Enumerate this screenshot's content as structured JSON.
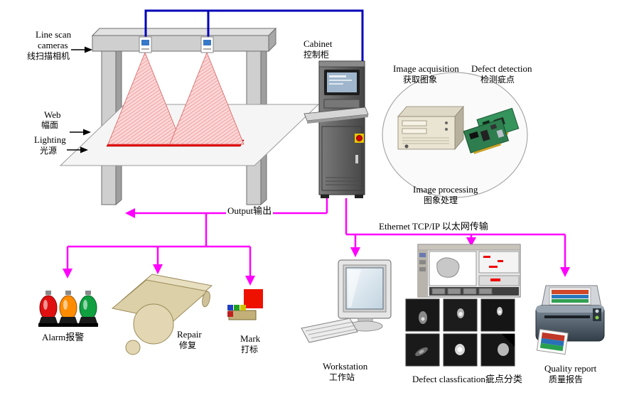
{
  "colors": {
    "connection_blue": "#0000b8",
    "flow_magenta": "#ff00ff",
    "beam_pink": "#f4a0a0",
    "lighting_red": "#e60000",
    "structure_gray": "#cfcfcf"
  },
  "labels": {
    "line_scan_line1": "Line scan",
    "line_scan_line2": "cameras",
    "line_scan_zh": "线扫描相机",
    "web_en": "Web",
    "web_zh": "幅面",
    "lighting_en": "Lighting",
    "lighting_zh": "光源",
    "cabinet_en": "Cabinet",
    "cabinet_zh": "控制柜",
    "image_acquisition_en": "Image acquisition",
    "image_acquisition_zh": "获取图象",
    "defect_detection_en": "Defect detection",
    "defect_detection_zh": "检测疵点",
    "image_processing_en": "Image processing",
    "image_processing_zh": "图象处理",
    "output": "Output输出",
    "ethernet": "Ethernet TCP/IP  以太网传输",
    "alarm": "Alarm报警",
    "repair_en": "Repair",
    "repair_zh": "修复",
    "mark_en": "Mark",
    "mark_zh": "打标",
    "workstation_en": "Workstation",
    "workstation_zh": "工作站",
    "defect_classification": "Defect classfication疵点分类",
    "quality_report_en": "Quality report",
    "quality_report_zh": "质量报告"
  }
}
